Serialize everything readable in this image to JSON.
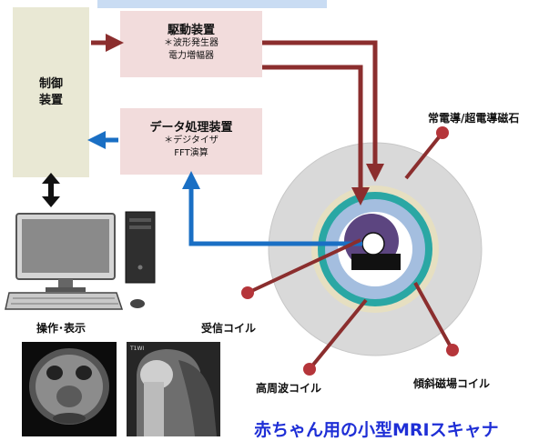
{
  "control": {
    "label": "制御\n装置"
  },
  "drive": {
    "title": "駆動装置",
    "sub": "＊波形発生器\n電力増幅器"
  },
  "dataproc": {
    "title": "データ処理装置",
    "sub": "＊デジタイザ\nFFT演算"
  },
  "labels": {
    "magnet": "常電導/超電導磁石",
    "receive_coil": "受信コイル",
    "rf_coil": "高周波コイル",
    "gradient_coil": "傾斜磁場コイル",
    "operation": "操作･表示",
    "mri_tag": "T1WI"
  },
  "caption": "赤ちゃん用の小型MRIスキャナ",
  "colors": {
    "arrow_red": "#8b2e2e",
    "arrow_blue": "#1a6fc4",
    "pin_red": "#b5353a",
    "outer_ring": "#d9d9d9",
    "inner_ring": "#e6dfc1",
    "teal": "#2aa7a4",
    "lightblue": "#a4bedf",
    "purple": "#5c4580",
    "caption_blue": "#1f2fd6"
  }
}
